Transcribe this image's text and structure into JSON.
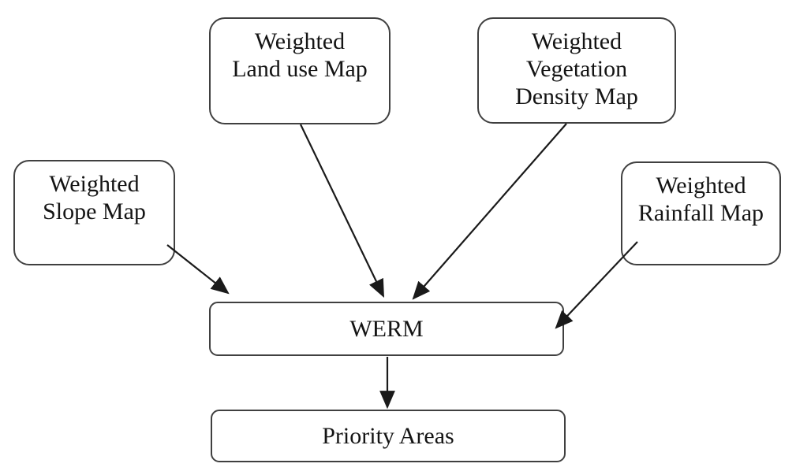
{
  "diagram": {
    "title": "WERM priority areas flow diagram",
    "nodes": {
      "landuse": {
        "label": "Weighted\nLand use Map"
      },
      "vegetation": {
        "label": "Weighted\nVegetation\nDensity Map"
      },
      "slope": {
        "label": "Weighted\nSlope Map"
      },
      "rainfall": {
        "label": "Weighted\nRainfall Map"
      },
      "werm": {
        "label": "WERM"
      },
      "priority": {
        "label": "Priority Areas"
      }
    },
    "edges": [
      {
        "from": "Weighted Slope Map",
        "to": "WERM"
      },
      {
        "from": "Weighted Land use Map",
        "to": "WERM"
      },
      {
        "from": "Weighted Vegetation Density Map",
        "to": "WERM"
      },
      {
        "from": "Weighted Rainfall Map",
        "to": "WERM"
      },
      {
        "from": "WERM",
        "to": "Priority Areas"
      }
    ],
    "colors": {
      "border": "#404040",
      "arrow": "#1a1a1a",
      "text": "#141414",
      "background": "#ffffff"
    }
  }
}
